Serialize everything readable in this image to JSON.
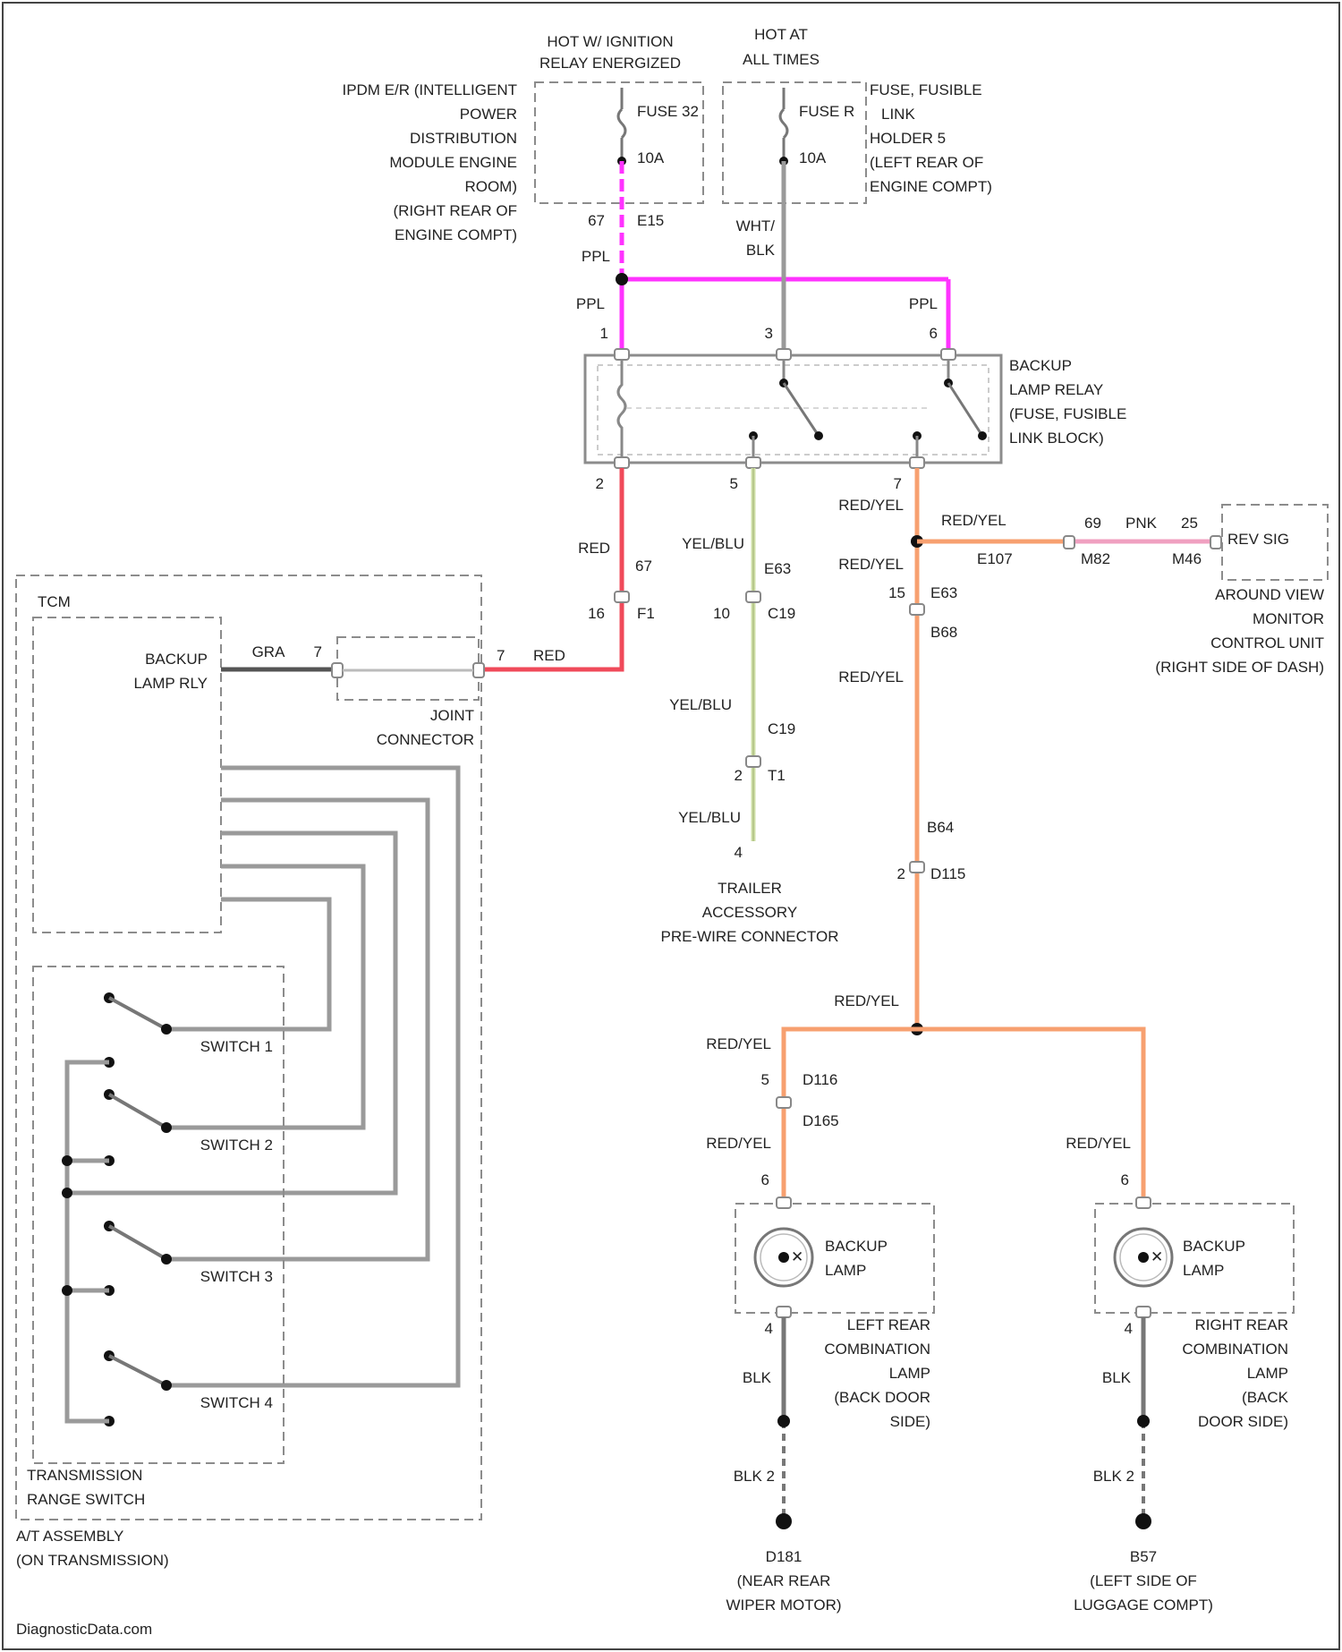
{
  "colors": {
    "ppl": "#ff33ff",
    "red": "#f04a5a",
    "red_yel": "#f7a070",
    "yel_blu": "#cfe0a8",
    "pnk": "#f0a0c0",
    "gry": "#555555",
    "wht_blk": "#9a9a9a",
    "blk": "#777777"
  },
  "top": {
    "hot_ign": [
      "HOT W/ IGNITION",
      "RELAY ENERGIZED"
    ],
    "hot_all": [
      "HOT AT",
      "ALL TIMES"
    ],
    "ipdm": [
      "IPDM E/R (INTELLIGENT",
      "POWER",
      "DISTRIBUTION",
      "MODULE ENGINE",
      "ROOM)",
      "(RIGHT REAR OF",
      "ENGINE COMPT)"
    ],
    "fuse32": "FUSE 32",
    "fuse32_amp": "10A",
    "fuse_r": "FUSE R",
    "fuse_r_amp": "10A",
    "fusible": [
      "FUSE, FUSIBLE",
      "LINK",
      "HOLDER 5",
      "(LEFT REAR OF",
      "ENGINE COMPT)"
    ],
    "pin67": "67",
    "e15": "E15",
    "wht": "WHT/",
    "blk": "BLK",
    "ppl1": "PPL",
    "ppl2": "PPL",
    "ppl3": "PPL"
  },
  "relay": {
    "label": [
      "BACKUP",
      "LAMP RELAY",
      "(FUSE, FUSIBLE",
      "LINK BLOCK)"
    ],
    "pin1": "1",
    "pin3": "3",
    "pin6": "6",
    "pin2": "2",
    "pin5": "5",
    "pin7": "7"
  },
  "wires": {
    "red1": "RED",
    "pin67b": "67",
    "pin16": "16",
    "f1": "F1",
    "yelblu1": "YEL/BLU",
    "e63": "E63",
    "pin10": "10",
    "c19": "C19",
    "redyel1": "RED/YEL",
    "redyel2": "RED/YEL",
    "redyel3": "RED/YEL",
    "e107": "E107",
    "pin69": "69",
    "pnk": "PNK",
    "pin25": "25",
    "m82": "M82",
    "m46": "M46",
    "rev_sig": "REV SIG",
    "avm": [
      "AROUND VIEW",
      "MONITOR",
      "CONTROL UNIT",
      "(RIGHT SIDE OF DASH)"
    ],
    "pin15": "15",
    "e63b": "E63",
    "b68": "B68",
    "redyel4": "RED/YEL",
    "yelblu2": "YEL/BLU",
    "c19b": "C19",
    "pin2t": "2",
    "t1": "T1",
    "yelblu3": "YEL/BLU",
    "pin4": "4",
    "trailer": [
      "TRAILER",
      "ACCESSORY",
      "PRE-WIRE CONNECTOR"
    ],
    "b64": "B64",
    "pin2d": "2",
    "d115": "D115",
    "redyel5": "RED/YEL",
    "redyel6": "RED/YEL",
    "pin5d": "5",
    "d116": "D116",
    "d165": "D165",
    "redyel7": "RED/YEL",
    "pin6l": "6",
    "redyel8": "RED/YEL",
    "pin6r": "6"
  },
  "left": {
    "tcm": "TCM",
    "backup_rly": [
      "BACKUP",
      "LAMP RLY"
    ],
    "gra": "GRA",
    "pin7a": "7",
    "pin7b": "7",
    "red": "RED",
    "joint": [
      "JOINT",
      "CONNECTOR"
    ],
    "sw1": "SWITCH 1",
    "sw2": "SWITCH 2",
    "sw3": "SWITCH 3",
    "sw4": "SWITCH 4",
    "trs": [
      "TRANSMISSION",
      "RANGE SWITCH"
    ],
    "at": [
      "A/T ASSEMBLY",
      "(ON TRANSMISSION)"
    ]
  },
  "lamps": {
    "left_label": [
      "BACKUP",
      "LAMP"
    ],
    "right_label": [
      "BACKUP",
      "LAMP"
    ],
    "left_pin4": "4",
    "right_pin4": "4",
    "left_comb": [
      "LEFT REAR",
      "COMBINATION",
      "LAMP",
      "(BACK DOOR",
      "SIDE)"
    ],
    "right_comb": [
      "RIGHT REAR",
      "COMBINATION",
      "LAMP",
      "(BACK",
      "DOOR SIDE)"
    ],
    "blk1": "BLK",
    "blk2": "BLK",
    "blk3": "BLK 2",
    "blk4": "BLK 2",
    "g_left": [
      "D181",
      "(NEAR REAR",
      "WIPER MOTOR)"
    ],
    "g_right": [
      "B57",
      "(LEFT SIDE OF",
      "LUGGAGE COMPT)"
    ]
  },
  "footer": "DiagnosticData.com"
}
